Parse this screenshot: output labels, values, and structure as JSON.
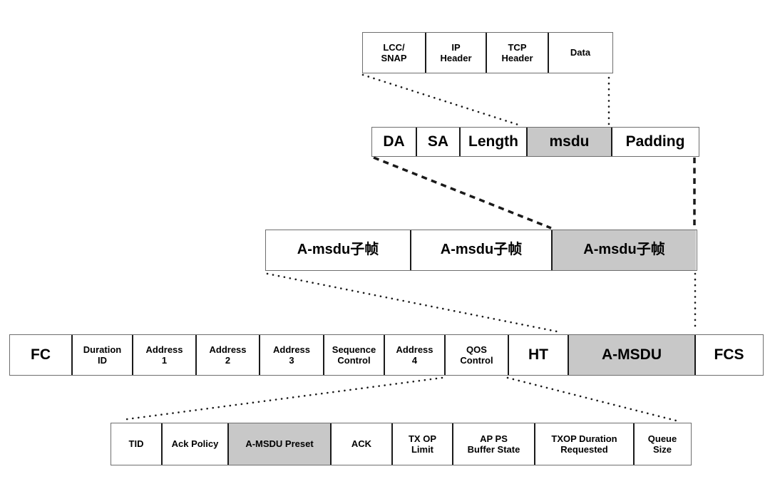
{
  "diagram": {
    "rows": [
      {
        "id": "msdu-payload-row",
        "cells": [
          {
            "label": "LCC/\nSNAP",
            "shaded": false
          },
          {
            "label": "IP\nHeader",
            "shaded": false
          },
          {
            "label": "TCP\nHeader",
            "shaded": false
          },
          {
            "label": "Data",
            "shaded": false
          }
        ]
      },
      {
        "id": "amsdu-subframe-row",
        "cells": [
          {
            "label": "DA",
            "shaded": false
          },
          {
            "label": "SA",
            "shaded": false
          },
          {
            "label": "Length",
            "shaded": false
          },
          {
            "label": "msdu",
            "shaded": true
          },
          {
            "label": "Padding",
            "shaded": false
          }
        ]
      },
      {
        "id": "amsdu-row",
        "cells": [
          {
            "label": "A-msdu子帧",
            "shaded": false
          },
          {
            "label": "A-msdu子帧",
            "shaded": false
          },
          {
            "label": "A-msdu子帧",
            "shaded": true
          }
        ]
      },
      {
        "id": "mac-frame-row",
        "cells": [
          {
            "label": "FC",
            "shaded": false
          },
          {
            "label": "Duration\nID",
            "shaded": false
          },
          {
            "label": "Address\n1",
            "shaded": false
          },
          {
            "label": "Address\n2",
            "shaded": false
          },
          {
            "label": "Address\n3",
            "shaded": false
          },
          {
            "label": "Sequence\nControl",
            "shaded": false
          },
          {
            "label": "Address\n4",
            "shaded": false
          },
          {
            "label": "QOS\nControl",
            "shaded": false
          },
          {
            "label": "HT",
            "shaded": false
          },
          {
            "label": "A-MSDU",
            "shaded": true
          },
          {
            "label": "FCS",
            "shaded": false
          }
        ]
      },
      {
        "id": "qos-control-row",
        "cells": [
          {
            "label": "TID",
            "shaded": false
          },
          {
            "label": "Ack Policy",
            "shaded": false
          },
          {
            "label": "A-MSDU Preset",
            "shaded": true
          },
          {
            "label": "ACK",
            "shaded": false
          },
          {
            "label": "TX OP\nLimit",
            "shaded": false
          },
          {
            "label": "AP PS\nBuffer State",
            "shaded": false
          },
          {
            "label": "TXOP Duration\nRequested",
            "shaded": false
          },
          {
            "label": "Queue\nSize",
            "shaded": false
          }
        ]
      }
    ],
    "colors": {
      "shaded_fill": "#c8c8c8",
      "outer_border": "#6e6e6e",
      "divider": "#1a1a1a",
      "text": "#000000",
      "background": "#ffffff",
      "connector": "#1a1a1a"
    }
  }
}
